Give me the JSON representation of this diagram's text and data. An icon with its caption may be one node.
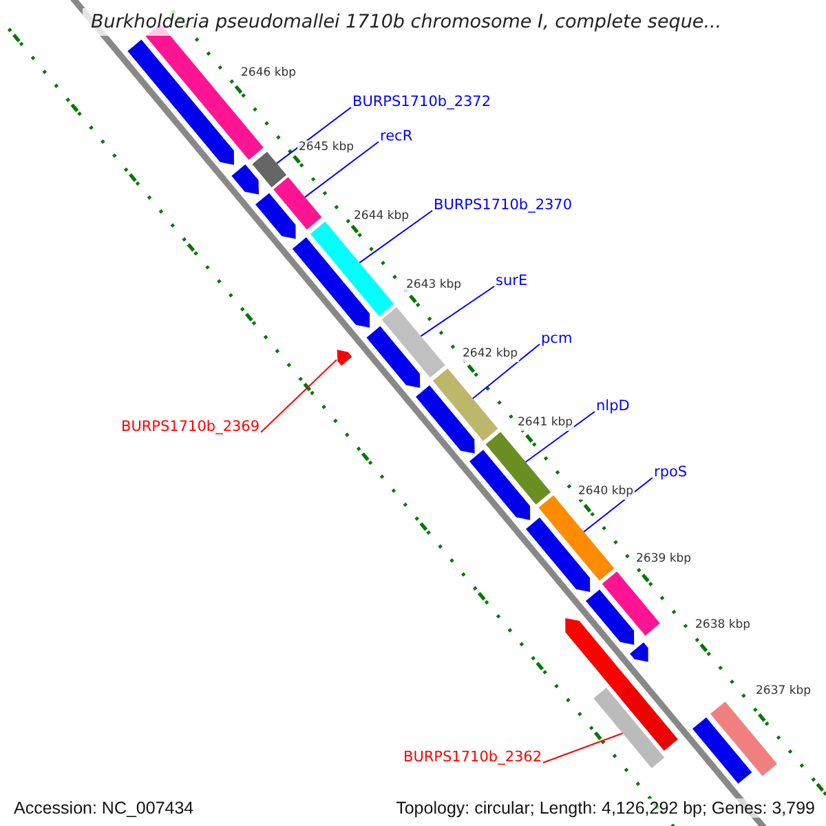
{
  "diagram": {
    "title": "Burkholderia pseudomallei 1710b chromosome I, complete seque...",
    "nodes": [
      {
        "text": [
          "BURPS1710b_2372"
        ]
      },
      {
        "text": [
          "recR"
        ]
      },
      {
        "text": [
          "BURPS1710b_2370"
        ]
      },
      {
        "text": [
          "surE"
        ]
      },
      {
        "text": [
          "pcm"
        ]
      },
      {
        "text": [
          "nlpD"
        ]
      },
      {
        "text": [
          "rpoS"
        ]
      },
      {
        "text": [
          "BURPS1710b_2369"
        ]
      },
      {
        "text": [
          "BURPS1710b_2362"
        ]
      },
      {
        "text": [],
        "shape": "arrow"
      },
      {
        "text": [],
        "shape": "arrow"
      },
      {
        "text": [],
        "shape": "arrow"
      },
      {
        "text": [],
        "shape": "arrow"
      },
      {
        "text": [],
        "shape": "arrow"
      },
      {
        "text": [],
        "shape": "arrow"
      },
      {
        "text": [],
        "shape": "arrow"
      },
      {
        "text": [],
        "shape": "arrow"
      },
      {
        "text": [],
        "shape": "arrow"
      },
      {
        "text": [],
        "shape": "arrow"
      },
      {
        "text": [],
        "shape": "arrow"
      },
      {
        "text": [],
        "shape": "bar"
      },
      {
        "text": [],
        "shape": "bar"
      },
      {
        "text": [],
        "shape": "bar"
      },
      {
        "text": [],
        "shape": "bar"
      },
      {
        "text": [],
        "shape": "bar"
      },
      {
        "text": [],
        "shape": "bar"
      },
      {
        "text": [],
        "shape": "bar"
      },
      {
        "text": [],
        "shape": "bar"
      },
      {
        "text": [],
        "shape": "bar"
      },
      {
        "text": [],
        "shape": "bar"
      },
      {
        "text": [],
        "shape": "arrow"
      },
      {
        "text": [],
        "shape": "arrow"
      },
      {
        "text": [],
        "shape": "arrow",
        "in": 31
      },
      {
        "text": [],
        "shape": "bar"
      }
    ],
    "edges": [
      {
        "from": 0,
        "to": 21,
        "arrow": "none"
      },
      {
        "from": 1,
        "to": 22,
        "arrow": "none"
      },
      {
        "from": 2,
        "to": 23,
        "arrow": "none"
      },
      {
        "from": 3,
        "to": 24,
        "arrow": "none"
      },
      {
        "from": 4,
        "to": 25,
        "arrow": "none"
      },
      {
        "from": 5,
        "to": 26,
        "arrow": "none"
      },
      {
        "from": 6,
        "to": 27,
        "arrow": "none"
      },
      {
        "from": 7,
        "to": 30,
        "arrow": "none",
        "color": "#ff0000"
      },
      {
        "from": 8,
        "to": 33,
        "arrow": "none",
        "color": "#ff0000"
      }
    ],
    "labels": [
      "2646 kbp",
      "2645 kbp",
      "2644 kbp",
      "2643 kbp",
      "2642 kbp",
      "2641 kbp",
      "2640 kbp",
      "2639 kbp",
      "2638 kbp",
      "2637 kbp",
      "Accession: NC_007434",
      "Topology: circular; Length: 4,126,292 bp; Genes: 3,799"
    ]
  }
}
